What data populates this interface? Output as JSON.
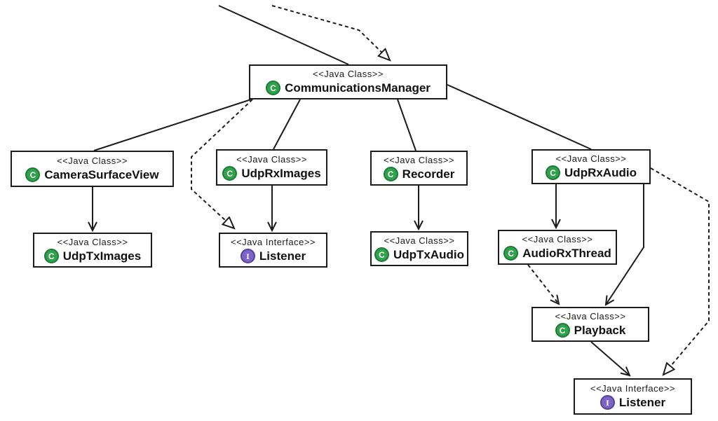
{
  "diagram": {
    "kind": "uml-class-diagram",
    "icon_glyphs": {
      "class": "C",
      "interface": "I"
    },
    "colors": {
      "class_icon_fill": "#2fa24b",
      "class_icon_border": "#1e7a38",
      "interface_icon_fill": "#7b64c6",
      "interface_icon_border": "#55429c",
      "box_border": "#1c1c1c",
      "background": "#ffffff"
    },
    "nodes": {
      "communications_manager": {
        "stereotype": "<<Java Class>>",
        "name": "CommunicationsManager",
        "icon": "class"
      },
      "camera_surface_view": {
        "stereotype": "<<Java Class>>",
        "name": "CameraSurfaceView",
        "icon": "class"
      },
      "udp_rx_images": {
        "stereotype": "<<Java Class>>",
        "name": "UdpRxImages",
        "icon": "class"
      },
      "recorder": {
        "stereotype": "<<Java Class>>",
        "name": "Recorder",
        "icon": "class"
      },
      "udp_rx_audio": {
        "stereotype": "<<Java Class>>",
        "name": "UdpRxAudio",
        "icon": "class"
      },
      "udp_tx_images": {
        "stereotype": "<<Java Class>>",
        "name": "UdpTxImages",
        "icon": "class"
      },
      "listener_mid": {
        "stereotype": "<<Java Interface>>",
        "name": "Listener",
        "icon": "interface"
      },
      "udp_tx_audio": {
        "stereotype": "<<Java Class>>",
        "name": "UdpTxAudio",
        "icon": "class"
      },
      "audio_rx_thread": {
        "stereotype": "<<Java Class>>",
        "name": "AudioRxThread",
        "icon": "class"
      },
      "playback": {
        "stereotype": "<<Java Class>>",
        "name": "Playback",
        "icon": "class"
      },
      "listener_bottom": {
        "stereotype": "<<Java Interface>>",
        "name": "Listener",
        "icon": "interface"
      }
    },
    "edges": [
      {
        "from": "offscreen-top",
        "to": "CommunicationsManager",
        "style": "solid",
        "kind": "association"
      },
      {
        "from": "offscreen-top",
        "to": "CommunicationsManager",
        "style": "dashed",
        "kind": "realization",
        "arrow": "hollow-triangle"
      },
      {
        "from": "CommunicationsManager",
        "to": "CameraSurfaceView",
        "style": "solid",
        "kind": "association"
      },
      {
        "from": "CommunicationsManager",
        "to": "Listener (mid)",
        "style": "dashed",
        "kind": "realization",
        "arrow": "hollow-triangle"
      },
      {
        "from": "CommunicationsManager",
        "to": "UdpRxImages",
        "style": "solid",
        "kind": "association"
      },
      {
        "from": "CommunicationsManager",
        "to": "Recorder",
        "style": "solid",
        "kind": "association"
      },
      {
        "from": "CommunicationsManager",
        "to": "UdpRxAudio",
        "style": "solid",
        "kind": "association"
      },
      {
        "from": "CameraSurfaceView",
        "to": "UdpTxImages",
        "style": "solid",
        "kind": "directed-association",
        "arrow": "open"
      },
      {
        "from": "UdpRxImages",
        "to": "Listener (mid)",
        "style": "solid",
        "kind": "directed-association",
        "arrow": "open"
      },
      {
        "from": "Recorder",
        "to": "UdpTxAudio",
        "style": "solid",
        "kind": "directed-association",
        "arrow": "open"
      },
      {
        "from": "UdpRxAudio",
        "to": "AudioRxThread",
        "style": "solid",
        "kind": "directed-association",
        "arrow": "open"
      },
      {
        "from": "UdpRxAudio",
        "to": "Playback",
        "style": "solid",
        "kind": "directed-association",
        "arrow": "open"
      },
      {
        "from": "AudioRxThread",
        "to": "Playback",
        "style": "dashed",
        "kind": "dependency",
        "arrow": "open"
      },
      {
        "from": "Playback",
        "to": "Listener (bottom)",
        "style": "solid",
        "kind": "directed-association",
        "arrow": "open"
      },
      {
        "from": "UdpRxAudio",
        "to": "Listener (bottom)",
        "style": "dashed",
        "kind": "realization",
        "arrow": "hollow-triangle"
      }
    ]
  }
}
